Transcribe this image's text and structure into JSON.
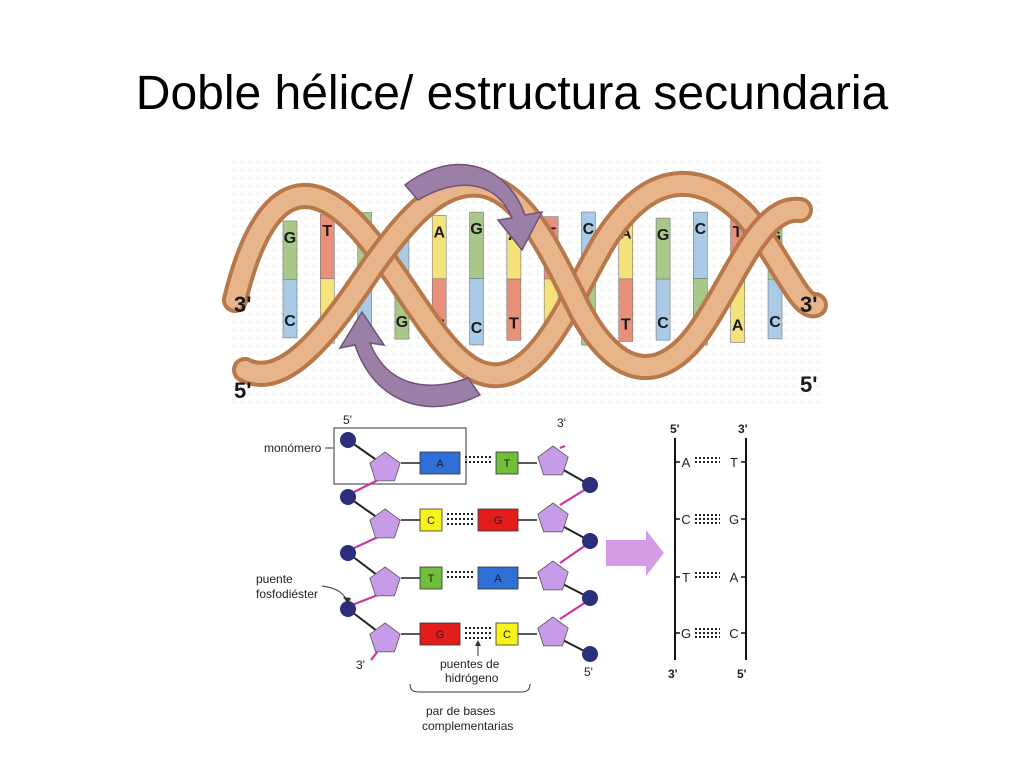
{
  "slide": {
    "title": "Doble hélice/ estructura secundaria"
  },
  "helix": {
    "end_labels": {
      "left_top": "3'",
      "left_bottom": "5'",
      "right_top": "3'",
      "right_bottom": "5'"
    },
    "rungs": [
      {
        "top": "G",
        "bottom": "C"
      },
      {
        "top": "T",
        "bottom": "A"
      },
      {
        "top": "G",
        "bottom": "C"
      },
      {
        "top": "C",
        "bottom": "G"
      },
      {
        "top": "A",
        "bottom": "T"
      },
      {
        "top": "G",
        "bottom": "C"
      },
      {
        "top": "A",
        "bottom": "T"
      },
      {
        "top": "T",
        "bottom": "A"
      },
      {
        "top": "C",
        "bottom": "G"
      },
      {
        "top": "A",
        "bottom": "T"
      },
      {
        "top": "G",
        "bottom": "C"
      },
      {
        "top": "C",
        "bottom": "G"
      },
      {
        "top": "T",
        "bottom": "A"
      },
      {
        "top": "G",
        "bottom": "C"
      }
    ]
  },
  "chemical": {
    "label_5_top": "5'",
    "label_3_top": "3'",
    "label_3_bottom": "3'",
    "label_5_bottom": "5'",
    "monomer_label": "monómero",
    "bond_label_line1": "puente",
    "bond_label_line2": "fosfodiéster",
    "hbond_label_line1": "puentes de",
    "hbond_label_line2": "hidrógeno",
    "pair_label_line1": "par de bases",
    "pair_label_line2": "complementarias",
    "pairs": [
      {
        "left": "A",
        "right": "T"
      },
      {
        "left": "C",
        "right": "G"
      },
      {
        "left": "T",
        "right": "A"
      },
      {
        "left": "G",
        "right": "C"
      }
    ]
  },
  "simple": {
    "top_left": "5'",
    "top_right": "3'",
    "bottom_left": "3'",
    "bottom_right": "5'",
    "pairs": [
      {
        "left": "A",
        "right": "T"
      },
      {
        "left": "C",
        "right": "G"
      },
      {
        "left": "T",
        "right": "A"
      },
      {
        "left": "G",
        "right": "C"
      }
    ]
  },
  "colors": {
    "A": "#f5e27a",
    "T": "#e8907a",
    "G": "#a8c98a",
    "C": "#a9cbe8",
    "ribbon": "#e0a97a",
    "ribbon_dark": "#b8784a",
    "arrow": "#9b7fa6",
    "sugar": "#c79be8",
    "phosphate": "#2b2e7a",
    "bond": "#d0329e",
    "box_A": "#2f6fd6",
    "box_T": "#6fbf3a",
    "box_G": "#e21b1b",
    "box_C": "#f6f21a",
    "big_arrow": "#d69be6"
  }
}
